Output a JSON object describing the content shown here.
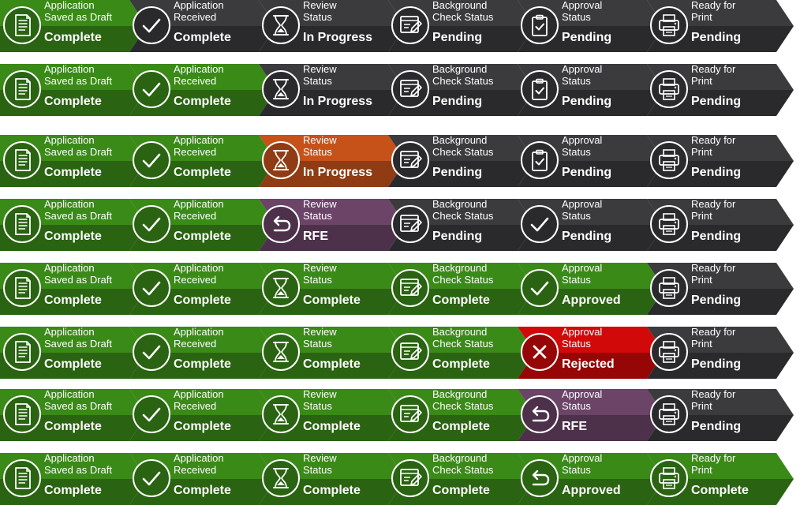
{
  "colors": {
    "complete": "#3a8a17",
    "pending": "#3b3b3e",
    "in_progress": "#c6521a",
    "rfe": "#6b4468",
    "rejected": "#d20909"
  },
  "stages": [
    {
      "label": [
        "Application",
        "Saved as Draft"
      ],
      "icon": "document-icon"
    },
    {
      "label": [
        "Application",
        "Received"
      ],
      "icon": "checkmark-icon"
    },
    {
      "label": [
        "Review",
        "Status"
      ],
      "icon": "hourglass-icon"
    },
    {
      "label": [
        "Background",
        "Check Status"
      ],
      "icon": "window-edit-icon"
    },
    {
      "label": [
        "Approval",
        "Status"
      ],
      "icon": "clipboard-check-icon"
    },
    {
      "label": [
        "Ready for",
        "Print"
      ],
      "icon": "printer-icon"
    }
  ],
  "rows": [
    {
      "steps": [
        {
          "status": "Complete",
          "state": "complete",
          "icon": "document-icon"
        },
        {
          "status": "Complete",
          "state": "pending",
          "icon": "checkmark-icon"
        },
        {
          "status": "In Progress",
          "state": "pending",
          "icon": "hourglass-icon"
        },
        {
          "status": "Pending",
          "state": "pending",
          "icon": "window-edit-icon"
        },
        {
          "status": "Pending",
          "state": "pending",
          "icon": "clipboard-check-icon"
        },
        {
          "status": "Pending",
          "state": "pending",
          "icon": "printer-icon"
        }
      ]
    },
    {
      "steps": [
        {
          "status": "Complete",
          "state": "complete",
          "icon": "document-icon"
        },
        {
          "status": "Complete",
          "state": "complete",
          "icon": "checkmark-icon"
        },
        {
          "status": "In Progress",
          "state": "pending",
          "icon": "hourglass-icon"
        },
        {
          "status": "Pending",
          "state": "pending",
          "icon": "window-edit-icon"
        },
        {
          "status": "Pending",
          "state": "pending",
          "icon": "clipboard-check-icon"
        },
        {
          "status": "Pending",
          "state": "pending",
          "icon": "printer-icon"
        }
      ]
    },
    {
      "steps": [
        {
          "status": "Complete",
          "state": "complete",
          "icon": "document-icon"
        },
        {
          "status": "Complete",
          "state": "complete",
          "icon": "checkmark-icon"
        },
        {
          "status": "In Progress",
          "state": "in_progress",
          "icon": "hourglass-icon"
        },
        {
          "status": "Pending",
          "state": "pending",
          "icon": "window-edit-icon"
        },
        {
          "status": "Pending",
          "state": "pending",
          "icon": "clipboard-check-icon"
        },
        {
          "status": "Pending",
          "state": "pending",
          "icon": "printer-icon"
        }
      ]
    },
    {
      "steps": [
        {
          "status": "Complete",
          "state": "complete",
          "icon": "document-icon"
        },
        {
          "status": "Complete",
          "state": "complete",
          "icon": "checkmark-icon"
        },
        {
          "status": "RFE",
          "state": "rfe",
          "icon": "return-arrow-icon"
        },
        {
          "status": "Pending",
          "state": "pending",
          "icon": "window-edit-icon"
        },
        {
          "status": "Pending",
          "state": "pending",
          "icon": "checkmark-icon"
        },
        {
          "status": "Pending",
          "state": "pending",
          "icon": "printer-icon"
        }
      ]
    },
    {
      "steps": [
        {
          "status": "Complete",
          "state": "complete",
          "icon": "document-icon"
        },
        {
          "status": "Complete",
          "state": "complete",
          "icon": "checkmark-icon"
        },
        {
          "status": "Complete",
          "state": "complete",
          "icon": "hourglass-icon"
        },
        {
          "status": "Complete",
          "state": "complete",
          "icon": "window-edit-icon"
        },
        {
          "status": "Approved",
          "state": "complete",
          "icon": "checkmark-icon"
        },
        {
          "status": "Pending",
          "state": "pending",
          "icon": "printer-icon"
        }
      ]
    },
    {
      "steps": [
        {
          "status": "Complete",
          "state": "complete",
          "icon": "document-icon"
        },
        {
          "status": "Complete",
          "state": "complete",
          "icon": "checkmark-icon"
        },
        {
          "status": "Complete",
          "state": "complete",
          "icon": "hourglass-icon"
        },
        {
          "status": "Complete",
          "state": "complete",
          "icon": "window-edit-icon"
        },
        {
          "status": "Rejected",
          "state": "rejected",
          "icon": "close-x-icon"
        },
        {
          "status": "Pending",
          "state": "pending",
          "icon": "printer-icon"
        }
      ]
    },
    {
      "steps": [
        {
          "status": "Complete",
          "state": "complete",
          "icon": "document-icon"
        },
        {
          "status": "Complete",
          "state": "complete",
          "icon": "checkmark-icon"
        },
        {
          "status": "Complete",
          "state": "complete",
          "icon": "hourglass-icon"
        },
        {
          "status": "Complete",
          "state": "complete",
          "icon": "window-edit-icon"
        },
        {
          "status": "RFE",
          "state": "rfe",
          "icon": "return-arrow-icon"
        },
        {
          "status": "Pending",
          "state": "pending",
          "icon": "printer-icon"
        }
      ]
    },
    {
      "steps": [
        {
          "status": "Complete",
          "state": "complete",
          "icon": "document-icon"
        },
        {
          "status": "Complete",
          "state": "complete",
          "icon": "checkmark-icon"
        },
        {
          "status": "Complete",
          "state": "complete",
          "icon": "hourglass-icon"
        },
        {
          "status": "Complete",
          "state": "complete",
          "icon": "window-edit-icon"
        },
        {
          "status": "Approved",
          "state": "complete",
          "icon": "return-arrow-icon"
        },
        {
          "status": "Complete",
          "state": "complete",
          "icon": "printer-icon"
        }
      ]
    }
  ]
}
